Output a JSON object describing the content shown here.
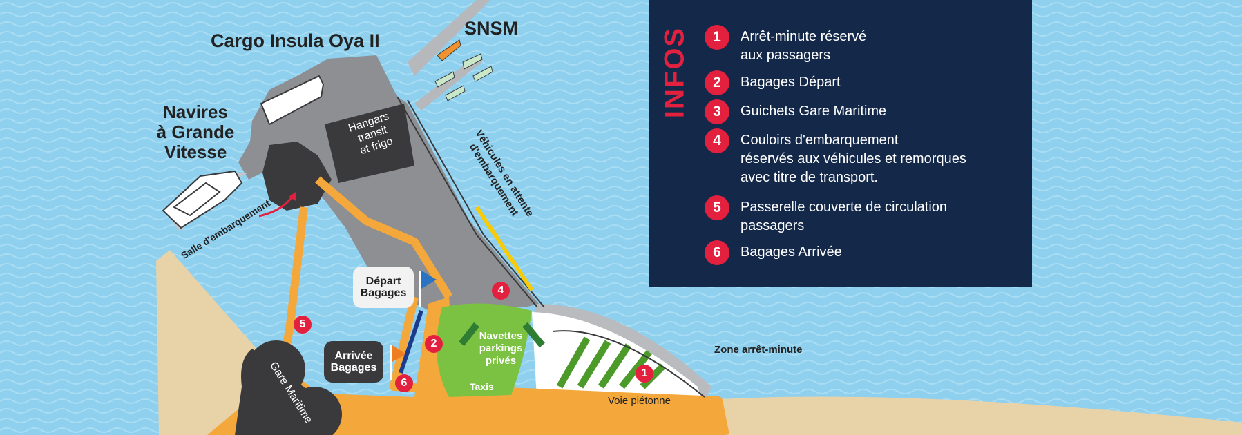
{
  "labels": {
    "cargo": "Cargo Insula Oya II",
    "snsm": "SNSM",
    "navires": "Navires\nà Grande\nVitesse",
    "hangars": "Hangars\ntransit\net frigo",
    "vehicules": "Véhicules en attente\nd'embarquement",
    "salle": "Salle d'embarquement",
    "depart_bagages": "Départ\nBagages",
    "arrivee_bagages": "Arrivée\nBagages",
    "navettes": "Navettes\nparkings\nprivés",
    "taxis": "Taxis",
    "voie": "Voie piétonne",
    "zone": "Zone arrêt-minute",
    "gare": "Gare Maritime"
  },
  "markers": [
    "1",
    "2",
    "4",
    "5",
    "6"
  ],
  "infos": {
    "title": "INFOS",
    "items": [
      {
        "num": "1",
        "text": "Arrêt-minute réservé\naux passagers"
      },
      {
        "num": "2",
        "text": "Bagages Départ"
      },
      {
        "num": "3",
        "text": "Guichets Gare Maritime"
      },
      {
        "num": "4",
        "text": "Couloirs d'embarquement\nréservés aux véhicules et remorques\navec titre de transport."
      },
      {
        "num": "5",
        "text": "Passerelle couverte de circulation\npassagers"
      },
      {
        "num": "6",
        "text": "Bagages Arrivée"
      }
    ]
  },
  "colors": {
    "sea": "#8fd0ee",
    "sand": "#e8d2a8",
    "quay": "#8d8f93",
    "building": "#3a3a3c",
    "path": "#f4a83b",
    "parking": "#7cc242",
    "marker": "#e3213f",
    "panel": "#14294a",
    "flag_departure": "#2a72c2",
    "flag_arrival": "#ef7d22"
  }
}
